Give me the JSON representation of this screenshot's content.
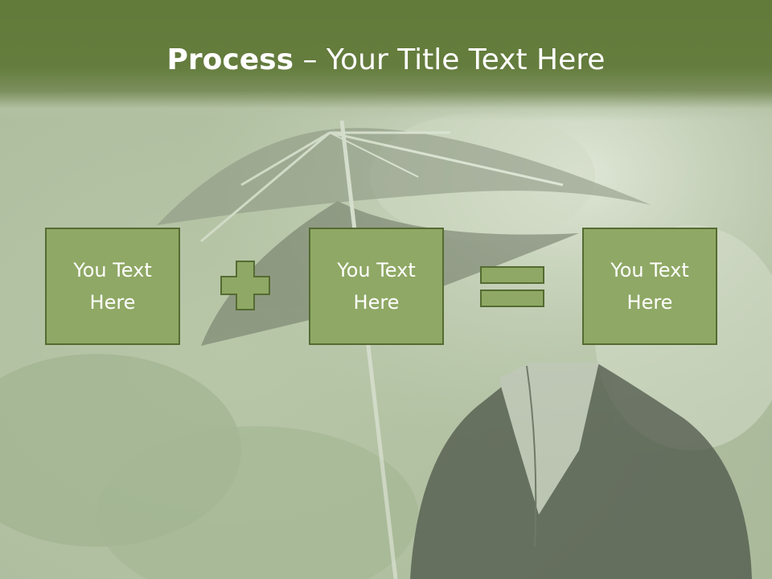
{
  "title": {
    "bold": "Process",
    "rest": " – Your Title Text Here"
  },
  "boxes": [
    {
      "text": "You Text\nHere"
    },
    {
      "text": "You Text\nHere"
    },
    {
      "text": "You Text\nHere"
    }
  ],
  "operators": [
    "plus-icon",
    "equals-icon"
  ],
  "colors": {
    "title_bar": "#647c3d",
    "box_fill": "#8fa865",
    "box_border": "#556b32",
    "text": "#ffffff"
  }
}
